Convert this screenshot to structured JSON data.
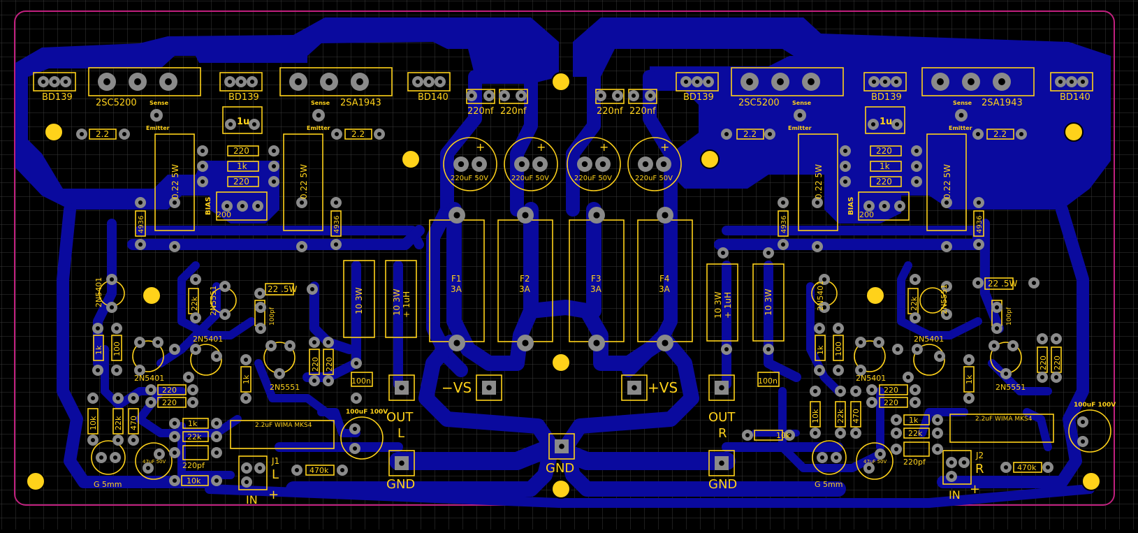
{
  "colors": {
    "background": "#000000",
    "grid": "#3a3a3a",
    "copper": "#0a0a9e",
    "silkscreen": "#ffd21a",
    "pad_ring": "#8a8a8a",
    "pad_hole": "#ffffff",
    "outline": "#c0207e",
    "mounting_hole": "#ffd21a"
  },
  "labels": {
    "bd139_l1": "BD139",
    "q2sc5200_l": "2SC5200",
    "bd139_l2": "BD139",
    "q2sa1943_l": "2SA1943",
    "bd140_l": "BD140",
    "sense_l1": "Sense",
    "emitter_l1": "Emitter",
    "sense_l2": "Sense",
    "emitter_l2": "Emitter",
    "r22_l1": "2.2",
    "r22_l2": "2.2",
    "cap1u_l": "1u",
    "r220_l1": "220",
    "r1k_l1": "1k",
    "r220_l2": "220",
    "bias_l": "BIAS",
    "pot200_l": "200",
    "r022_l1": "0.22 5W",
    "r022_l2": "0.22 5W",
    "d4936_l1": "4936",
    "d4936_l2": "4936",
    "c220nf_1": "220nf",
    "c220nf_2": "220nf",
    "c220nf_3": "220nf",
    "c220nf_4": "220nf",
    "c220uf_1": "220uF 50V",
    "c220uf_2": "220uF 50V",
    "c220uf_3": "220uF 50V",
    "c220uf_4": "220uF 50V",
    "f1": "F1",
    "f1v": "3A",
    "f2": "F2",
    "f2v": "3A",
    "f3": "F3",
    "f3v": "3A",
    "f4": "F4",
    "f4v": "3A",
    "minus_vs": "−VS",
    "plus_vs": "+VS",
    "gnd_center": "GND",
    "bd139_r1": "BD139",
    "q2sc5200_r": "2SC5200",
    "bd139_r2": "BD139",
    "q2sa1943_r": "2SA1943",
    "bd140_r": "BD140",
    "sense_r1": "Sense",
    "emitter_r1": "Emitter",
    "sense_r2": "Sense",
    "emitter_r2": "Emitter",
    "r22_r1": "2.2",
    "r22_r2": "2.2",
    "cap1u_r": "1u",
    "r220_r1": "220",
    "r1k_r1": "1k",
    "r220_r2": "220",
    "bias_r": "BIAS",
    "pot200_r": "200",
    "r022_r1": "0.22 5W",
    "r022_r2": "0.22 5W",
    "d4936_r1": "4936",
    "d4936_r2": "4936",
    "n5401_l1": "2N5401",
    "r22k_l1": "22k",
    "n5551_l1": "2N5551",
    "r225w_l": "22 .5W",
    "c100pf_l": "100pf",
    "r10_3w_l1": "10 3W",
    "r10_3w_l2": "10 3W",
    "uh_l": "+ 1uH",
    "r1k_l2": "1k",
    "r100_l": "100",
    "n5401_l2": "2N5401",
    "n5401_l3": "2N5401",
    "r1k_l3": "1k",
    "n5551_l2": "2N5551",
    "r220_l3": "220",
    "r220_l4": "220",
    "r220_l5": "220",
    "r220_l6": "220",
    "c100n_l": "100n",
    "out_l": "OUT",
    "out_l_ch": "L",
    "gnd_l": "GND",
    "r10k_l1": "10k",
    "r22k_l2": "22k",
    "r470_l": "470",
    "r1k_l4": "1k",
    "r22k_l3": "22k",
    "c220pf_l": "220pf",
    "r10k_l2": "10k",
    "c22uf_l": "2.2uF WIMA MKS4",
    "c100uf_l": "100uF 100V",
    "r470k_l": "470k",
    "j1": "J1",
    "in_l": "IN",
    "in_l_ch": "L",
    "in_l_plus": "+",
    "g5mm_l": "G 5mm",
    "c47uf_l": "47uF 50V",
    "r10_3w_r1": "10 3W",
    "uh_r": "+ 1uH",
    "r10_3w_r2": "10 3W",
    "c100n_r": "100n",
    "out_r": "OUT",
    "out_r_ch": "R",
    "gnd_r": "GND",
    "r10k_mid": "10k",
    "n5401_r1": "2N5401",
    "r22k_r1": "22k",
    "n5551_r1": "2N5551",
    "r225w_r": "22 .5W",
    "c100pf_r": "100pf",
    "r1k_r2": "1k",
    "r100_r": "100",
    "n5401_r2": "2N5401",
    "n5401_r3": "2N5401",
    "r1k_r3": "1k",
    "n5551_r2": "2N5551",
    "r220_r3": "220",
    "r220_r4": "220",
    "r220_r5": "220",
    "r220_r6": "220",
    "r10k_r1": "10k",
    "r22k_r2": "22k",
    "r470_r": "470",
    "r1k_r4": "1k",
    "r22k_r3": "22k",
    "c220pf_r": "220pf",
    "c22uf_r": "2.2uF WIMA MKS4",
    "c100uf_r": "100uF 100V",
    "r470k_r": "470k",
    "j2": "J2",
    "in_r": "IN",
    "in_r_ch": "R",
    "in_r_plus": "+",
    "g5mm_r": "G 5mm",
    "c47uf_r": "47uF 50V"
  }
}
